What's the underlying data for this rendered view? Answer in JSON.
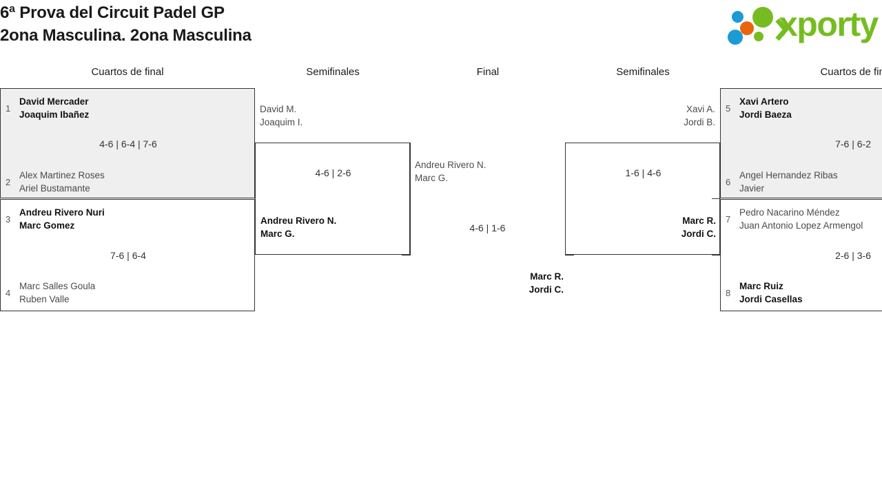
{
  "header": {
    "title": "6ª Prova del Circuit Padel GP\n2ona Masculina. 2ona Masculina",
    "logo_word": "xporty",
    "brand_green": "#76bc21",
    "brand_blue": "#1c9ad6",
    "brand_orange": "#e8650d"
  },
  "rounds": [
    {
      "label": "Cuartos de final"
    },
    {
      "label": "Semifinales"
    },
    {
      "label": "Final"
    },
    {
      "label": "Semifinales"
    },
    {
      "label": "Cuartos de final"
    }
  ],
  "bracket": {
    "left_quarters": [
      {
        "shaded": true,
        "score": "4-6 | 6-4 | 7-6",
        "top": {
          "seed": "1",
          "line1": "David Mercader",
          "line2": "Joaquim Ibañez",
          "winner": true
        },
        "bottom": {
          "seed": "2",
          "line1": "Alex Martinez Roses",
          "line2": "Ariel Bustamante",
          "winner": false
        }
      },
      {
        "shaded": false,
        "score": "7-6 | 6-4",
        "top": {
          "seed": "3",
          "line1": "Andreu Rivero Nuri",
          "line2": "Marc Gomez",
          "winner": true
        },
        "bottom": {
          "seed": "4",
          "line1": "Marc Salles Goula",
          "line2": "Ruben Valle",
          "winner": false
        }
      }
    ],
    "left_semi": {
      "score": "4-6 | 2-6",
      "top": {
        "line1": "David M.",
        "line2": "Joaquim I.",
        "winner": false
      },
      "bottom": {
        "line1": "Andreu Rivero N.",
        "line2": "Marc G.",
        "winner": true
      }
    },
    "final": {
      "score": "4-6 | 1-6",
      "top": {
        "line1": "Andreu Rivero N.",
        "line2": "Marc G.",
        "winner": false
      },
      "bottom": {
        "line1": "Marc R.",
        "line2": "Jordi C.",
        "winner": true
      }
    },
    "right_semi": {
      "score": "1-6 | 4-6",
      "top": {
        "line1": "Xavi A.",
        "line2": "Jordi B.",
        "winner": false
      },
      "bottom": {
        "line1": "Marc R.",
        "line2": "Jordi C.",
        "winner": true
      }
    },
    "right_quarters": [
      {
        "shaded": true,
        "score": "7-6 | 6-2",
        "top": {
          "seed": "5",
          "line1": "Xavi Artero",
          "line2": "Jordi Baeza",
          "winner": true
        },
        "bottom": {
          "seed": "6",
          "line1": "Angel Hernandez Ribas",
          "line2": "Javier",
          "winner": false
        }
      },
      {
        "shaded": false,
        "score": "2-6 | 3-6",
        "top": {
          "seed": "7",
          "line1": "Pedro Nacarino Méndez",
          "line2": "Juan Antonio Lopez Armengol",
          "winner": false
        },
        "bottom": {
          "seed": "8",
          "line1": "Marc Ruiz",
          "line2": "Jordi Casellas",
          "winner": true
        }
      }
    ]
  }
}
